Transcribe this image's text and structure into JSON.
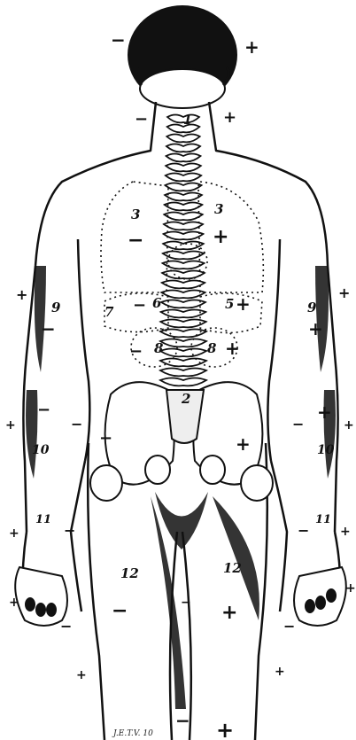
{
  "figure": {
    "signature": "J.E.T.V. 10",
    "zone_numbers": {
      "z1": "1",
      "z2": "2",
      "z3_left": "3",
      "z3_right": "3",
      "z6_left": "6",
      "z5_right": "5",
      "z7_left": "7",
      "z8_left": "8",
      "z8_right": "8",
      "z9_left": "9",
      "z9_right": "9",
      "z10_left": "10",
      "z10_right": "10",
      "z11_left": "11",
      "z11_right": "11",
      "z12_left": "12",
      "z12_right": "12"
    },
    "polarity": {
      "minus": "−",
      "plus": "+"
    }
  }
}
